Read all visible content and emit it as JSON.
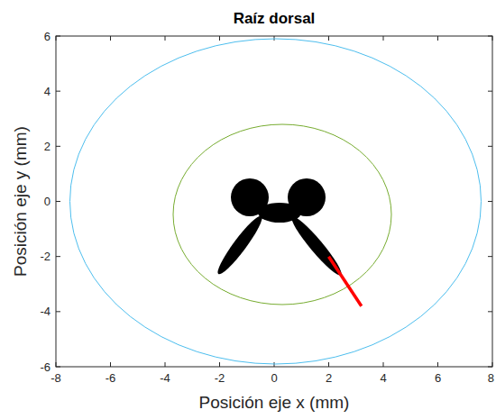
{
  "diagram": {
    "title": "Raíz dorsal",
    "labels": [
      "-8",
      "-6",
      "-4",
      "-2",
      "0",
      "2",
      "4",
      "6",
      "8",
      "6",
      "4",
      "2",
      "0",
      "-2",
      "-4",
      "-6",
      "Posición eje x (mm)",
      "Posición eje y (mm)"
    ]
  }
}
